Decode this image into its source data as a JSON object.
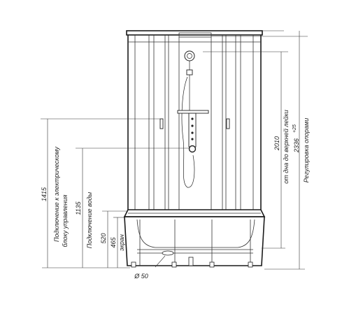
{
  "dimensions": {
    "d1415": "1415",
    "d1135": "1135",
    "d520": "520",
    "d465": "465",
    "d2010": "2010",
    "d2336": "2336",
    "d2336_tol": "+25",
    "d50": "Ø 50"
  },
  "labels": {
    "electric_line1": "Подключение к электрическому",
    "electric_line2": "блоку управления",
    "water": "Подключение воды",
    "screen": "экран",
    "shower_height": "от дна до верхней лейки",
    "legs": "Регулировка опорами"
  }
}
